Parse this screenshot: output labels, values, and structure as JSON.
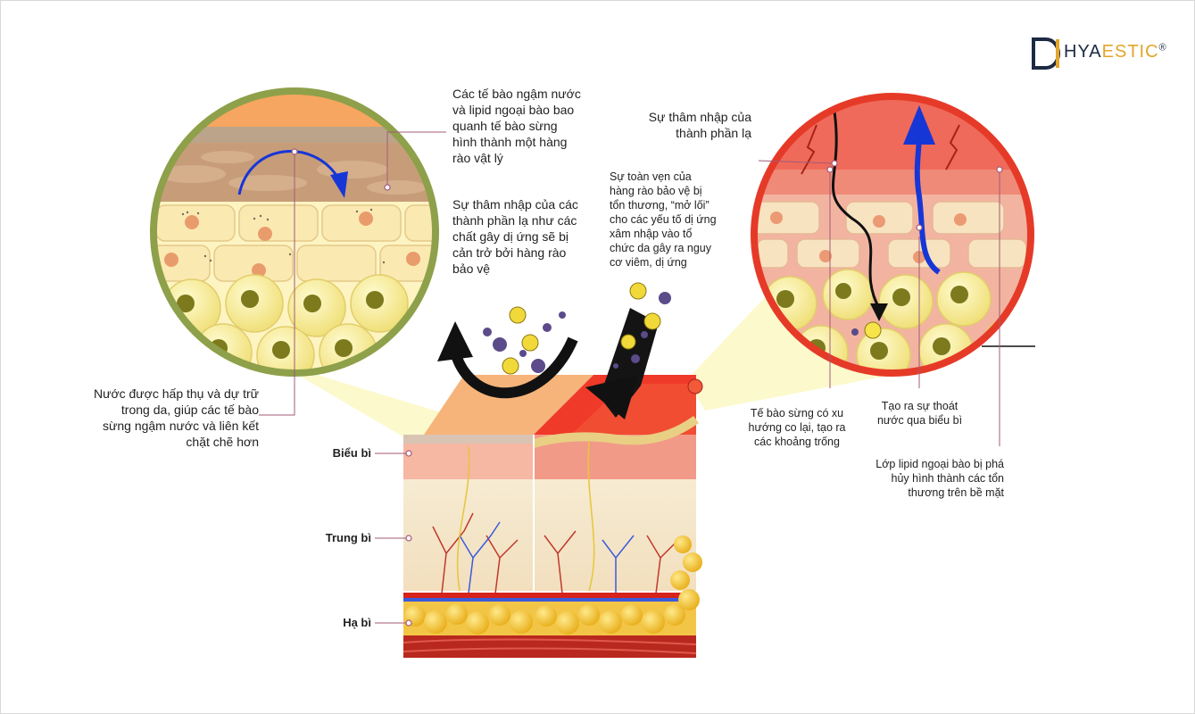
{
  "brand": {
    "logo_prefix": "HYA",
    "logo_suffix": "ESTIC",
    "registered": "®"
  },
  "colors": {
    "healthy_ring": "#8ea04a",
    "damaged_ring": "#e63a28",
    "water_arrow": "#1736d6",
    "penetration_arrow": "#111111",
    "logo_accent": "#e3a52a",
    "logo_dark": "#1d2a44"
  },
  "labels": {
    "top_center": [
      "Các tế bào ngậm nước",
      "và lipid ngoại bào bao",
      "quanh tế bào sừng",
      "hình thành một hàng",
      "rào vật lý"
    ],
    "middle_center": [
      "Sự thâm nhập của các",
      "thành phần lạ như các",
      "chất gây dị ứng sẽ bị",
      "cản trở bởi hàng rào",
      "bảo vệ"
    ],
    "left_bottom": [
      "Nước được hấp thụ và dự trữ",
      "trong da, giúp các tế bào",
      "sừng ngậm nước và liên kết",
      "chặt chẽ hơn"
    ],
    "barrier_damaged": [
      "Sự toàn vẹn của",
      "hàng rào bảo vệ bị",
      "tổn thương, “mở lối”",
      "cho các yếu tố dị ứng",
      "xâm nhập vào tổ",
      "chức da gây ra nguy",
      "cơ viêm, dị ứng"
    ],
    "foreign_penetration": [
      "Sự thâm nhập của",
      "thành phần lạ"
    ],
    "corneocytes_shrink": [
      "Tế bào sừng có xu",
      "hướng co lại, tạo ra",
      "các khoảng trống"
    ],
    "water_loss": [
      "Tạo ra sự thoát",
      "nước qua biểu bì"
    ],
    "lipid_destroyed": [
      "Lớp lipid ngoại bào bị phá",
      "hủy hình thành các tổn",
      "thương trên bề mặt"
    ]
  },
  "layers": {
    "epidermis": "Biểu bì",
    "dermis": "Trung bì",
    "hypodermis": "Hạ bì"
  },
  "icons": [
    "logo-mark-icon",
    "curved-arrow-icon",
    "allergen-particle-icon",
    "penetration-arrow-icon",
    "water-loss-arrow-icon"
  ]
}
